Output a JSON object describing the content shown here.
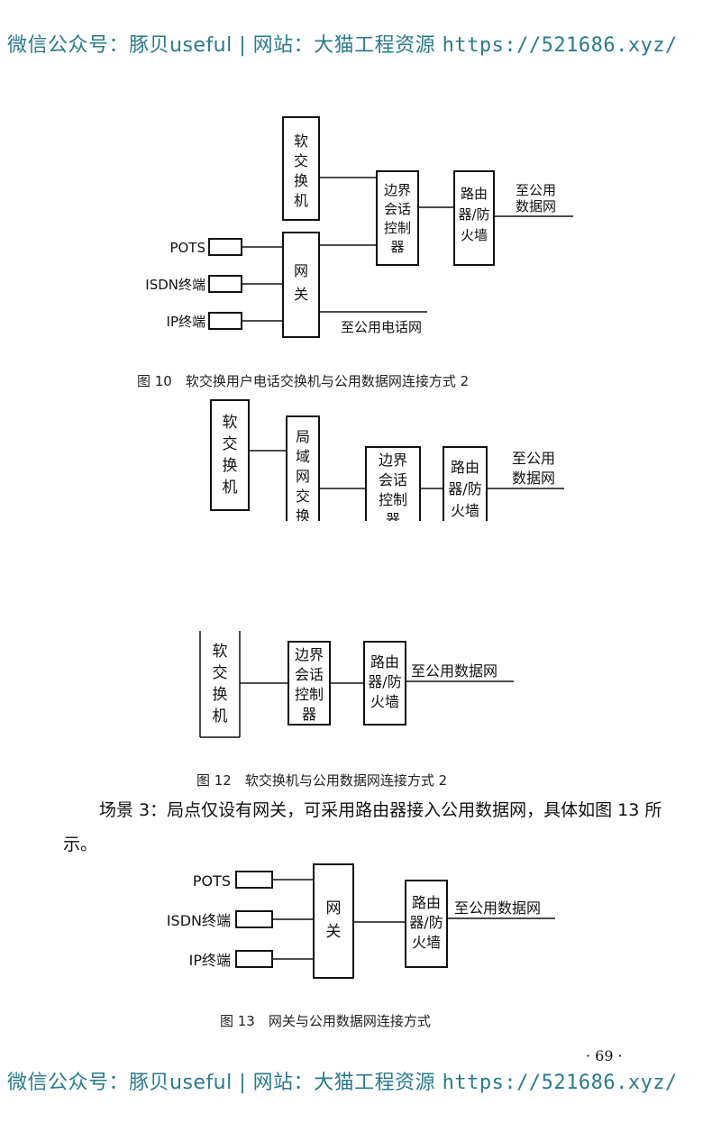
{
  "watermark": {
    "prefix": "微信公众号：豚贝useful | 网站：大猫工程资源 ",
    "url": "https://521686.xyz/"
  },
  "fig10": {
    "softswitch": [
      "软",
      "交",
      "换",
      "机"
    ],
    "gateway": [
      "网",
      "关"
    ],
    "border_ctrl": [
      "边界",
      "会话",
      "控制",
      "器"
    ],
    "router": [
      "路由",
      "器/防",
      "火墙"
    ],
    "to_data_net": [
      "至公用",
      "数据网"
    ],
    "terminals": [
      "POTS",
      "ISDN终端",
      "IP终端"
    ],
    "to_phone_net": "至公用电话网",
    "caption": "图 10　软交换用户电话交换机与公用数据网连接方式 2"
  },
  "fig11": {
    "softswitch": [
      "软",
      "交",
      "换",
      "机"
    ],
    "lan_switch": [
      "局",
      "域",
      "网",
      "交",
      "换"
    ],
    "border_ctrl": [
      "边界",
      "会话",
      "控制",
      "器"
    ],
    "router": [
      "路由",
      "器/防",
      "火墙"
    ],
    "to_data_net": [
      "至公用",
      "数据网"
    ]
  },
  "fig12": {
    "softswitch": [
      "软",
      "交",
      "换",
      "机"
    ],
    "border_ctrl": [
      "边界",
      "会话",
      "控制",
      "器"
    ],
    "router": [
      "路由",
      "器/防",
      "火墙"
    ],
    "to_data_net": "至公用数据网",
    "caption": "图 12　软交换机与公用数据网连接方式 2"
  },
  "scene3": {
    "text": "场景 3：局点仅设有网关，可采用路由器接入公用数据网，具体如图 13 所示。"
  },
  "fig13": {
    "terminals": [
      "POTS",
      "ISDN终端",
      "IP终端"
    ],
    "gateway": [
      "网",
      "关"
    ],
    "router": [
      "路由",
      "器/防",
      "火墙"
    ],
    "to_data_net": "至公用数据网",
    "caption": "图 13　网关与公用数据网连接方式"
  },
  "page_number": "· 69 ·"
}
